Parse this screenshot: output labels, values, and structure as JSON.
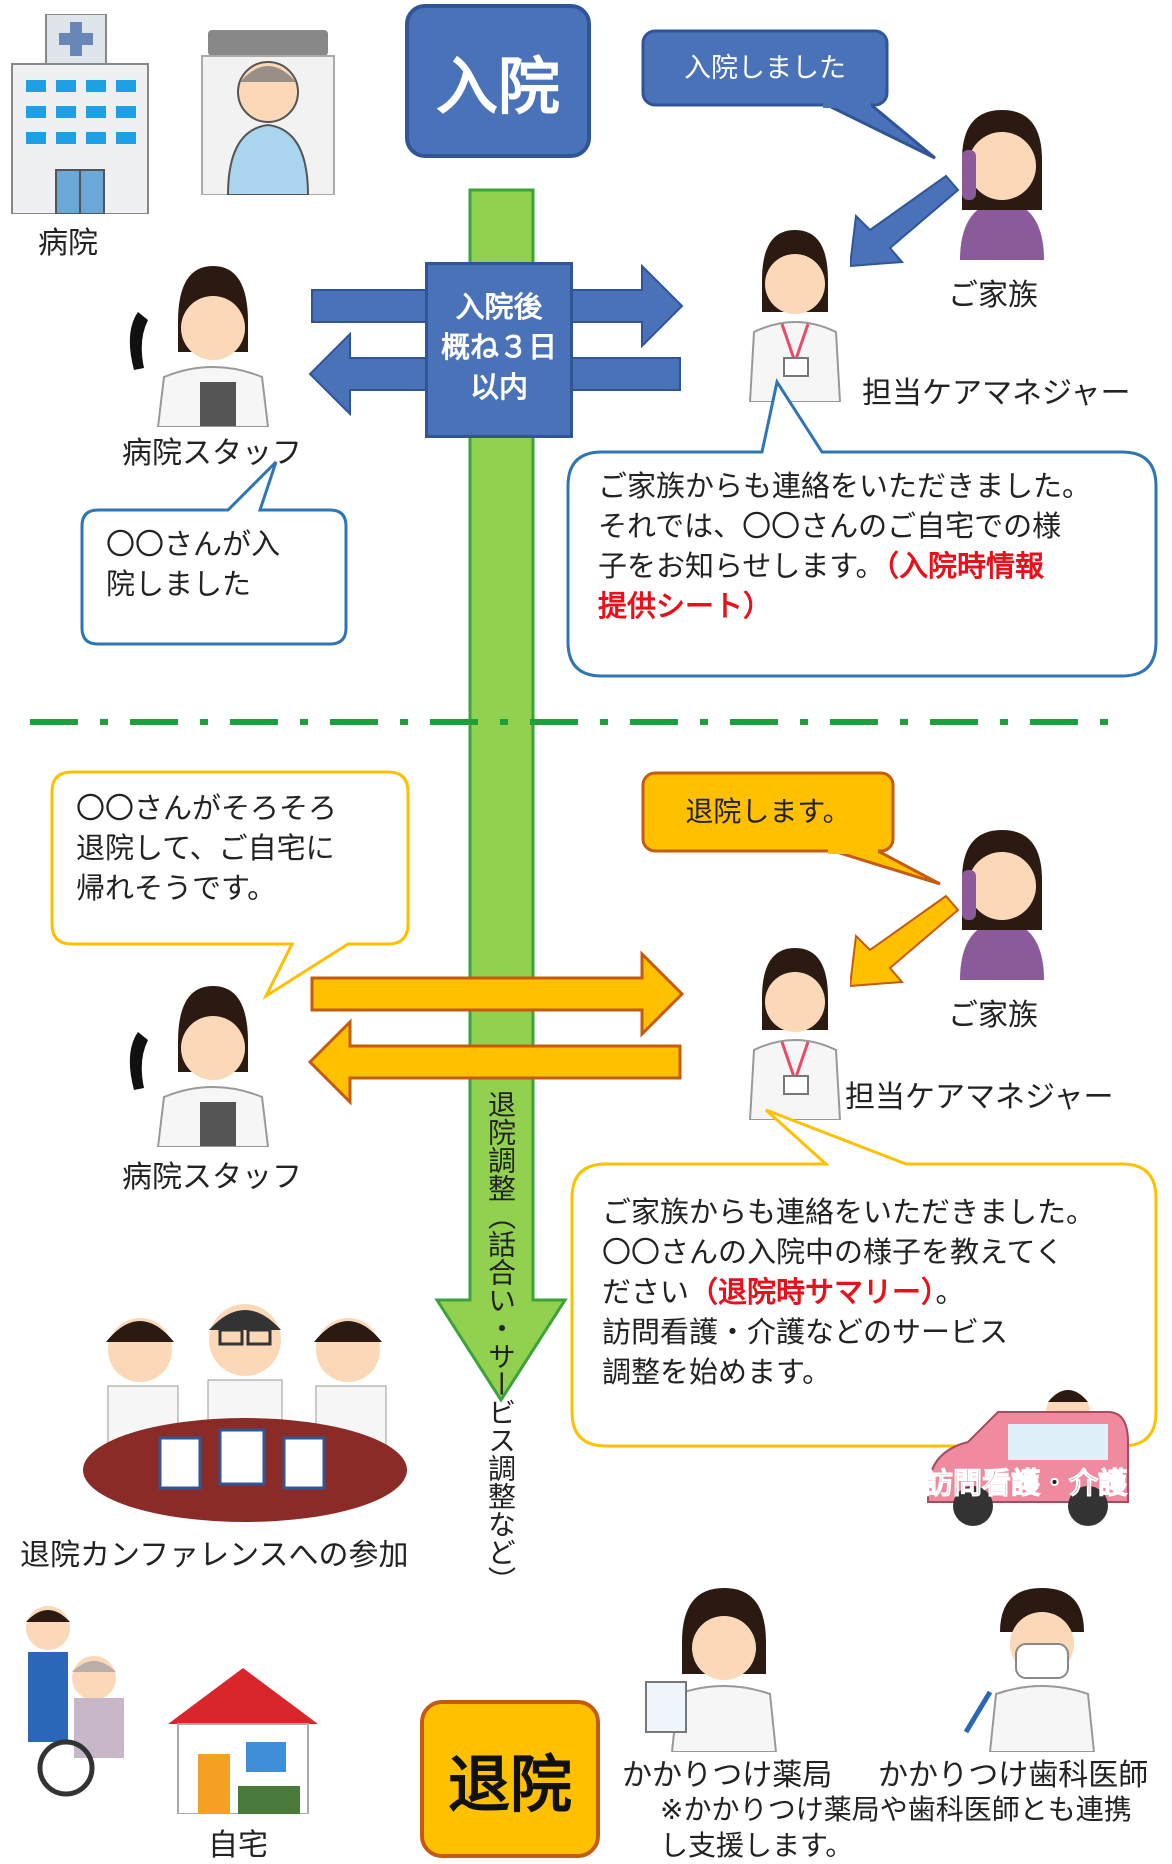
{
  "admission": {
    "title": "入院",
    "hospital_label": "病院",
    "call_bubble": "入院しました",
    "family_label": "ご家族",
    "cm_label": "担当ケアマネジャー",
    "timing_lines": [
      "入院後",
      "概ね３日",
      "以内"
    ],
    "staff_label": "病院スタッフ",
    "staff_bubble": "〇〇さんが入\n院しました",
    "cm_bubble_lines": [
      "ご家族からも連絡をいただきました。",
      "それでは、〇〇さんのご自宅での様",
      "子をお知らせします。"
    ],
    "cm_bubble_red_1": "（入院時情報",
    "cm_bubble_red_2": "提供シート）"
  },
  "discharge": {
    "title": "退院",
    "vertical_label": "退院調整（話合い・サービス調整など）",
    "staff_bubble": "〇〇さんがそろそろ\n退院して、ご自宅に\n帰れそうです。",
    "call_bubble": "退院します。",
    "family_label": "ご家族",
    "cm_label": "担当ケアマネジャー",
    "staff_label": "病院スタッフ",
    "cm_bubble_line1": "ご家族からも連絡をいただきました。",
    "cm_bubble_line2": "〇〇さんの入院中の様子を教えてく",
    "cm_bubble_line3_pre": "ださい",
    "cm_bubble_red": "（退院時サマリー）",
    "cm_bubble_line3_post": "。",
    "cm_bubble_line4": "訪問看護・介護などのサービス",
    "cm_bubble_line5": "調整を始めます。",
    "visit_label": "訪問看護・介護",
    "conference_label": "退院カンファレンスへの参加",
    "home_label": "自宅",
    "pharmacy_label": "かかりつけ薬局",
    "dentist_label": "かかりつけ歯科医師",
    "note": "※かかりつけ薬局や歯科医師とも連携\nし支援します。"
  },
  "colors": {
    "blue": "#4a72b8",
    "blue_dark": "#2f5597",
    "yellow": "#ffc000",
    "orange_border": "#c55a11",
    "green": "#92d050",
    "green_dark": "#3aa339",
    "red": "#e8101a"
  }
}
